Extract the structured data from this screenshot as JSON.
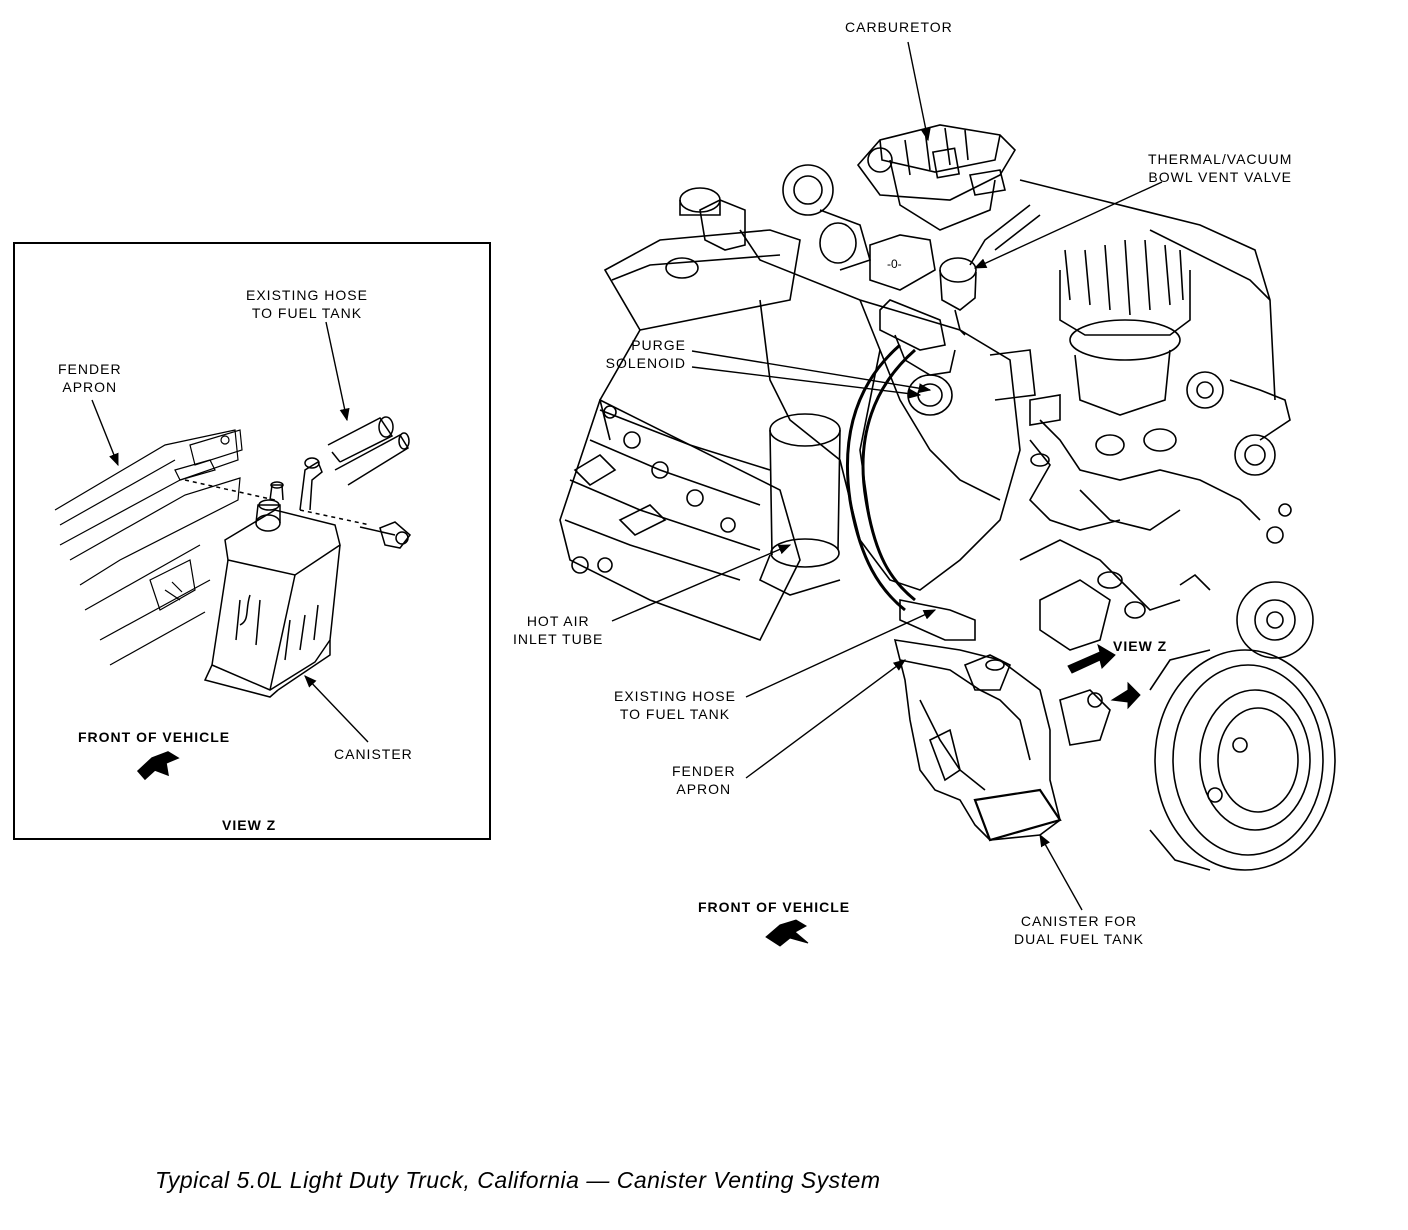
{
  "inset": {
    "existing_hose": [
      "EXISTING HOSE",
      "TO FUEL TANK"
    ],
    "fender_apron": [
      "FENDER",
      "APRON"
    ],
    "front_of_vehicle": "FRONT OF VEHICLE",
    "canister": "CANISTER",
    "view_title": "VIEW Z"
  },
  "main": {
    "carburetor": "CARBURETOR",
    "thermal_vacuum": [
      "THERMAL/VACUUM",
      "BOWL VENT VALVE"
    ],
    "purge_solenoid": [
      "PURGE",
      "SOLENOID"
    ],
    "hot_air_inlet": [
      "HOT AIR",
      "INLET TUBE"
    ],
    "existing_hose": [
      "EXISTING HOSE",
      "TO FUEL TANK"
    ],
    "fender_apron": [
      "FENDER",
      "APRON"
    ],
    "view_z": "VIEW Z",
    "front_of_vehicle": "FRONT OF VEHICLE",
    "canister_dual": [
      "CANISTER FOR",
      "DUAL FUEL TANK"
    ]
  },
  "caption": "Typical 5.0L Light Duty Truck, California — Canister Venting System"
}
